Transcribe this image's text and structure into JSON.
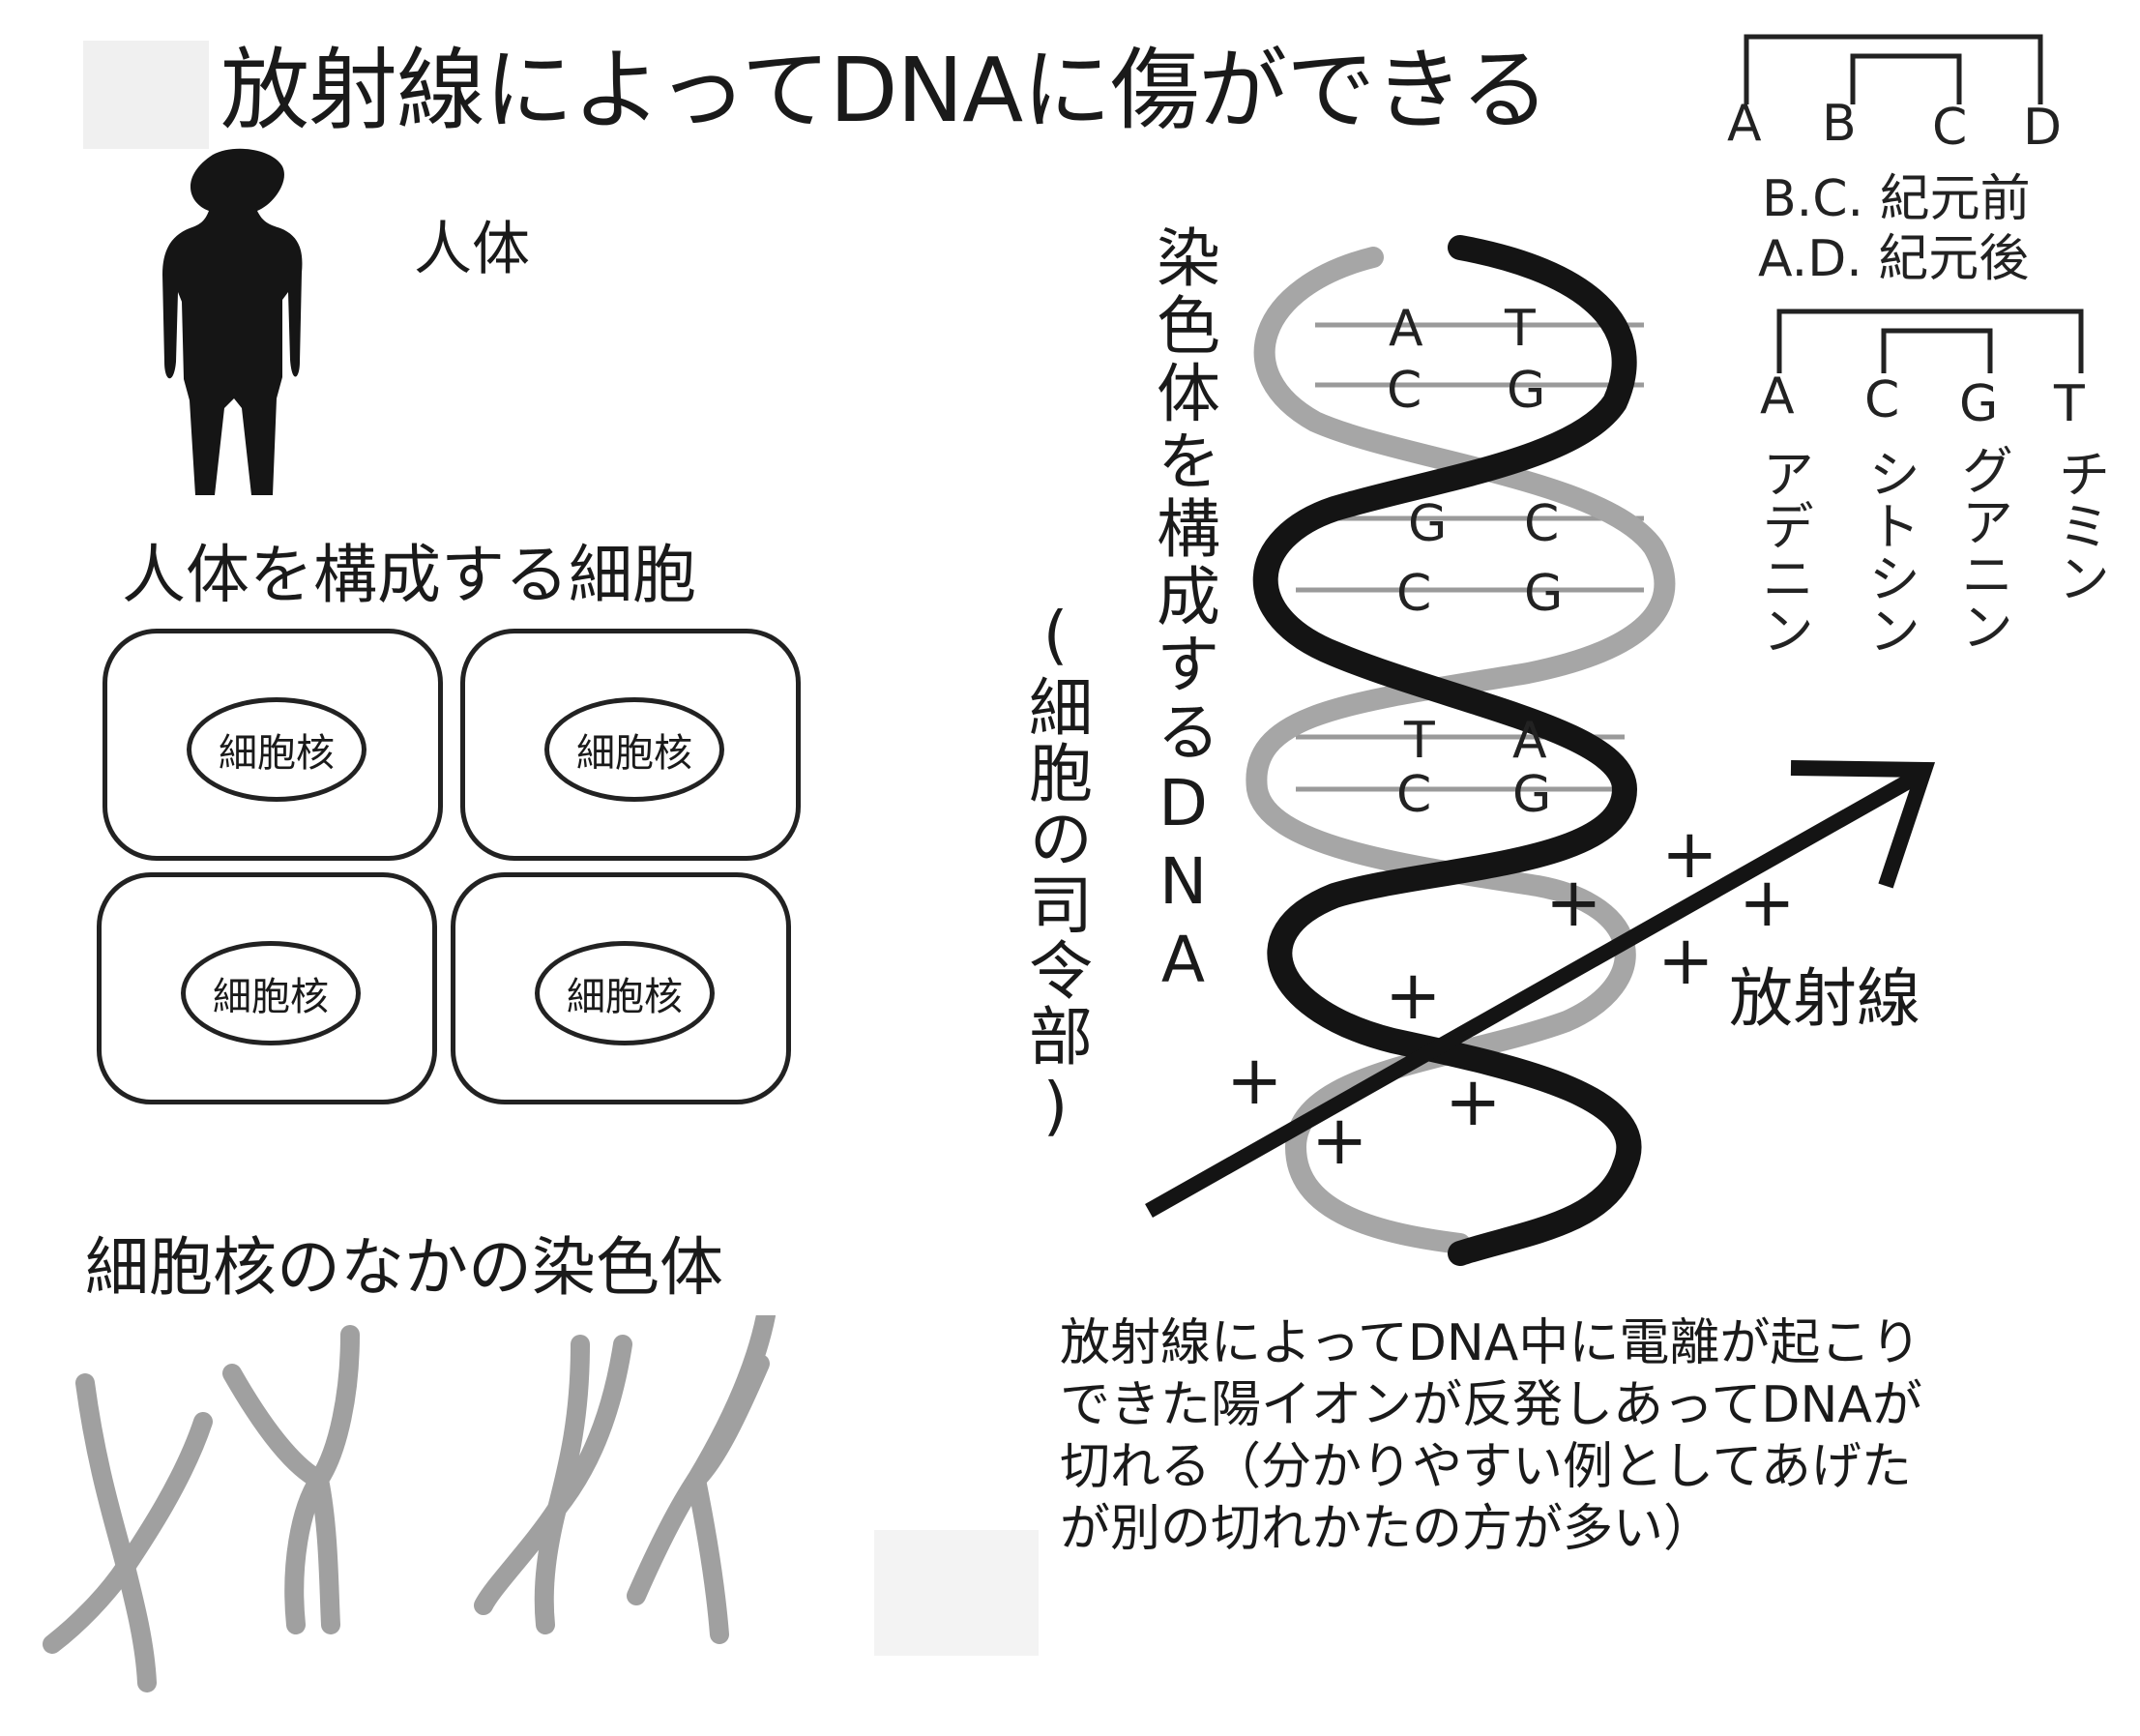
{
  "title": "放射線によってDNAに傷ができる",
  "body_label": "人体",
  "cells_label": "人体を構成する細胞",
  "nucleus_label": "細胞核",
  "chromosome_label": "細胞核のなかの染色体",
  "dna_vertical_label": "染色体を構成するDNA",
  "command_center_label": "(細胞の司令部)",
  "base_pairs": [
    {
      "left": "A",
      "right": "T"
    },
    {
      "left": "C",
      "right": "G"
    },
    {
      "left": "G",
      "right": "C"
    },
    {
      "left": "C",
      "right": "G"
    },
    {
      "left": "T",
      "right": "A"
    },
    {
      "left": "C",
      "right": "G"
    }
  ],
  "radiation_label": "放射線",
  "plus_sign": "+",
  "explanation": "放射線によってDNA中に電離が起こり\nできた陽イオンが反発しあってDNAが\n切れる（分かりやすい例としてあげた\nが別の切れかたの方が多い）",
  "era_letters": [
    "A",
    "B",
    "C",
    "D"
  ],
  "era_bc": "B.C. 紀元前",
  "era_ad": "A.D. 紀元後",
  "base_letters": [
    "A",
    "C",
    "G",
    "T"
  ],
  "base_names": [
    "アデニン",
    "シトシン",
    "グアニン",
    "チミン"
  ],
  "colors": {
    "ink": "#1a1a1a",
    "strand_dark": "#141414",
    "strand_light": "#a6a6a6",
    "chromosome": "#a0a0a0"
  },
  "icons": [
    "human-silhouette-icon",
    "dna-helix-icon",
    "radiation-arrow-icon",
    "chromosome-icon"
  ]
}
